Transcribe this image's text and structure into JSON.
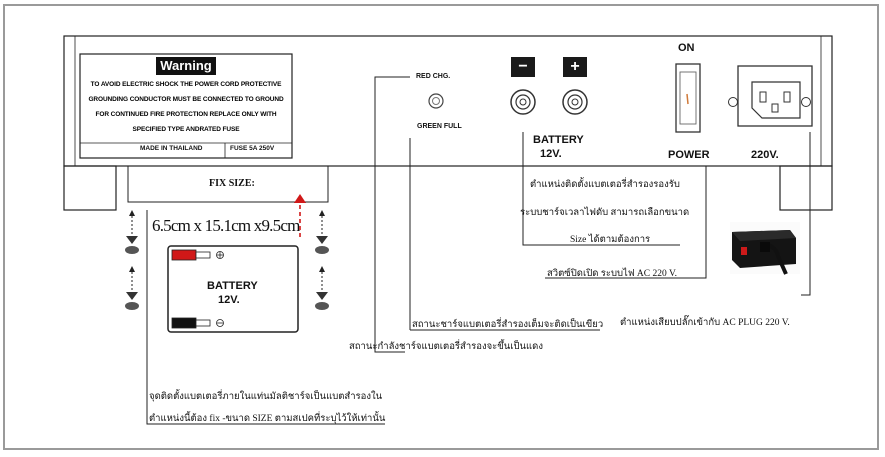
{
  "warning": {
    "title": "Warning",
    "lines": [
      "TO AVOID ELECTRIC SHOCK THE POWER CORD PROTECTIVE",
      "GROUNDING CONDUCTOR MUST BE CONNECTED TO GROUND",
      "FOR CONTINUED FIRE PROTECTION REPLACE ONLY WITH",
      "SPECIFIED TYPE ANDRATED FUSE"
    ],
    "made_in": "MADE IN THAILAND",
    "fuse": "FUSE 5A 250V"
  },
  "indicator": {
    "red": "RED CHG.",
    "green": "GREEN FULL"
  },
  "battery_terminals": {
    "minus": "−",
    "plus": "+",
    "label_line1": "BATTERY",
    "label_line2": "12V."
  },
  "switch": {
    "on": "ON",
    "power": "POWER"
  },
  "ac_inlet": {
    "voltage": "220V."
  },
  "fix_size": {
    "title": "FIX SIZE:",
    "dimensions": "6.5cm x 15.1cm x9.5cm",
    "battery_label_line1": "BATTERY",
    "battery_label_line2": "12V."
  },
  "notes": {
    "battery_position_1": "ตำแหน่งติดตั้งแบตเตอรี่สำรองรองรับ",
    "battery_position_2": "ระบบชาร์จเวลาไฟดับ สามารถเลือกขนาด",
    "battery_position_3": "Size ได้ตามต้องการ",
    "power_switch": "สวิตซ์ปิดเปิด ระบบไฟ AC 220 V.",
    "ac_plug": "ตำแหน่งเสียบปลั๊กเข้ากับ AC  PLUG 220 V.",
    "status_full": "สถานะชาร์จแบตเตอรี่สำรองเต็มจะติดเป็นเขียว",
    "status_charging": "สถานะกำลังชาร์จแบตเตอรี่สำรองจะขึ้นเป็นแดง",
    "internal_1": "จุดติดตั้งแบตเตอรี่ภายในแท่นมัลติชาร์จเป็นแบตสำรองใน",
    "internal_2": "ตำแหน่งนี้ต้อง fix -ขนาด SIZE ตามสเปคที่ระบุไว้ให้เท่านั้น"
  },
  "colors": {
    "accent_red": "#d01818",
    "panel_black": "#111111",
    "frame_gray": "#9a9a9a"
  }
}
